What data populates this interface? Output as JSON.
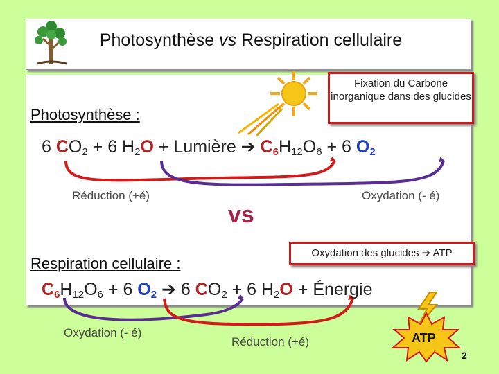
{
  "title": {
    "main_a": "Photosynthèse ",
    "main_vs": "vs",
    "main_b": " Respiration cellulaire"
  },
  "photosynthesis": {
    "heading": "Photosynthèse",
    "colon": " :",
    "eq": {
      "t1": "6 ",
      "t2": "C",
      "t3": "O",
      "t3s": "2",
      "t4": " + 6 H",
      "t4s": "2",
      "t5": "O",
      "t6": " + Lumière ➔ ",
      "t7": "C",
      "t7s": "6",
      "t8": "H",
      "t8s": "12",
      "t9": "O",
      "t9s": "6",
      "t10": " + 6 ",
      "t11": "O",
      "t11s": "2"
    },
    "left_note": "Réduction (+é)",
    "right_note": "Oxydation (- é)",
    "box": "Fixation du Carbone inorganique dans des glucides"
  },
  "vs_label": "vs",
  "respiration": {
    "heading": "Respiration cellulaire",
    "colon": " :",
    "eq": {
      "t1": "C",
      "t1s": "6",
      "t2": "H",
      "t2s": "12",
      "t3": "O",
      "t3s": "6",
      "t4": " + 6 ",
      "t5": "O",
      "t5s": "2",
      "t6": " ➔ 6 ",
      "t7": "C",
      "t8": "O",
      "t8s": "2",
      "t9": " + 6 H",
      "t9s": "2",
      "t10": "O",
      "t11": " + Énergie"
    },
    "left_note": "Oxydation (- é)",
    "right_note": "Réduction (+é)",
    "box": "Oxydation des glucides ➔ ATP",
    "atp": "ATP"
  },
  "page_number": "2",
  "colors": {
    "background": "#ccff99",
    "red": "#d11a1a",
    "purple": "#5a2d91",
    "box_border": "#d11a1a"
  }
}
